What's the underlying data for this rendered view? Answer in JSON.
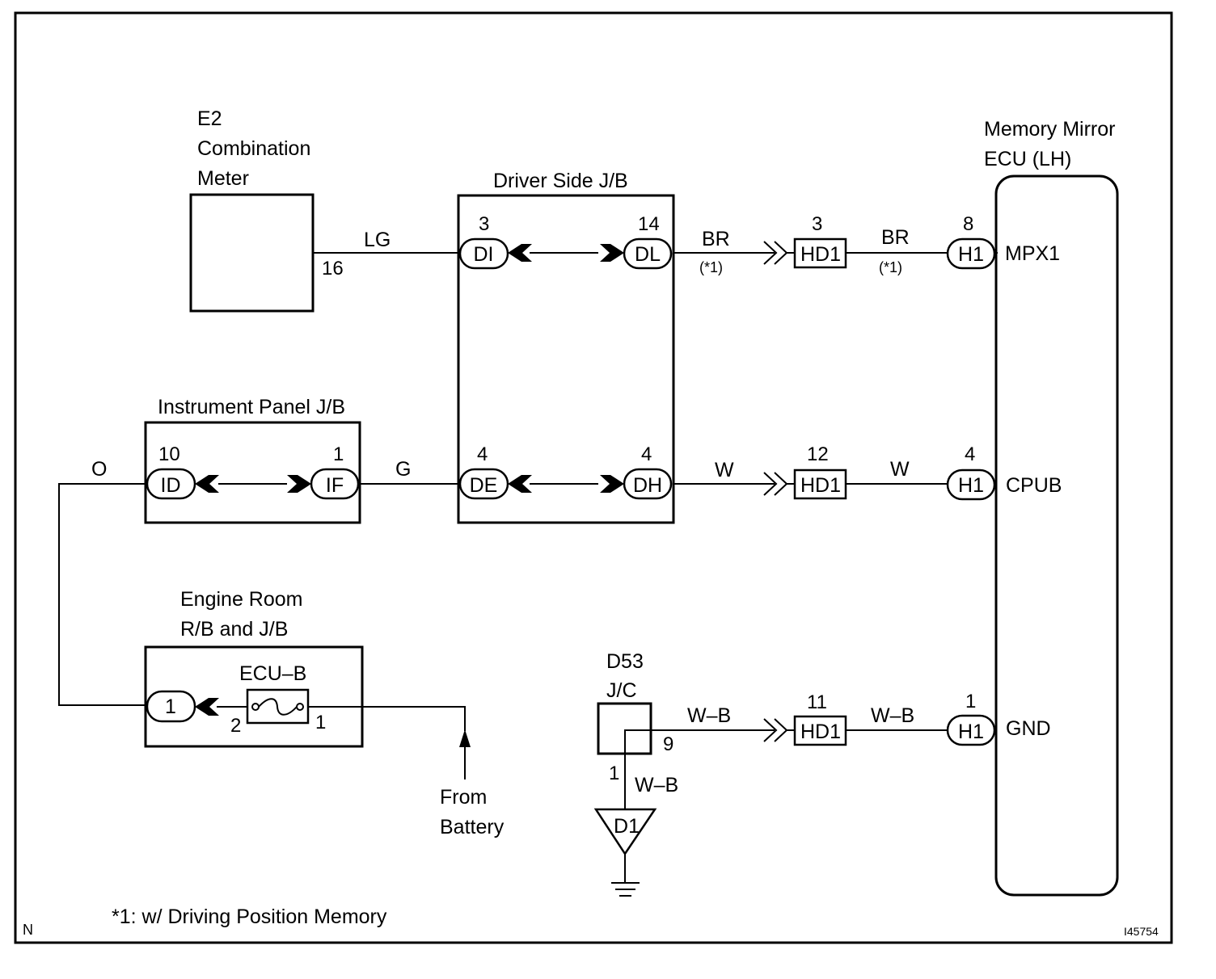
{
  "diagram": {
    "components": {
      "combination_meter": [
        "E2",
        "Combination",
        "Meter"
      ],
      "driver_side_jb": "Driver Side J/B",
      "instrument_panel_jb": "Instrument Panel J/B",
      "engine_room_rb_jb": [
        "Engine Room",
        "R/B and J/B"
      ],
      "memory_mirror_ecu": [
        "Memory Mirror",
        "ECU (LH)"
      ],
      "junction_connector": [
        "D53",
        "J/C"
      ],
      "fuse": "ECU–B",
      "ground_point": "D1",
      "battery_source": [
        "From",
        "Battery"
      ]
    },
    "connectors": {
      "di": "DI",
      "dl": "DL",
      "de": "DE",
      "dh": "DH",
      "id": "ID",
      "if": "IF",
      "er1": "1",
      "hd1": "HD1",
      "h1": "H1"
    },
    "pins": {
      "meter_16": "16",
      "di_3": "3",
      "dl_14": "14",
      "de_4": "4",
      "dh_4": "4",
      "id_10": "10",
      "if_1": "1",
      "fuse_2": "2",
      "fuse_1": "1",
      "hd1_3": "3",
      "hd1_12": "12",
      "hd1_11": "11",
      "h1_8": "8",
      "h1_4": "4",
      "h1_1": "1",
      "jc_9": "9",
      "jc_1": "1"
    },
    "ecu_terminals": {
      "mpx1": "MPX1",
      "cpub": "CPUB",
      "gnd": "GND"
    },
    "wire_colors": {
      "lg": "LG",
      "br": "BR",
      "o": "O",
      "g": "G",
      "w": "W",
      "wb": "W–B"
    },
    "footnote_mark": "(*1)",
    "footnote": "*1: w/ Driving Position Memory",
    "corner_code": "N",
    "figure_id": "I45754"
  }
}
